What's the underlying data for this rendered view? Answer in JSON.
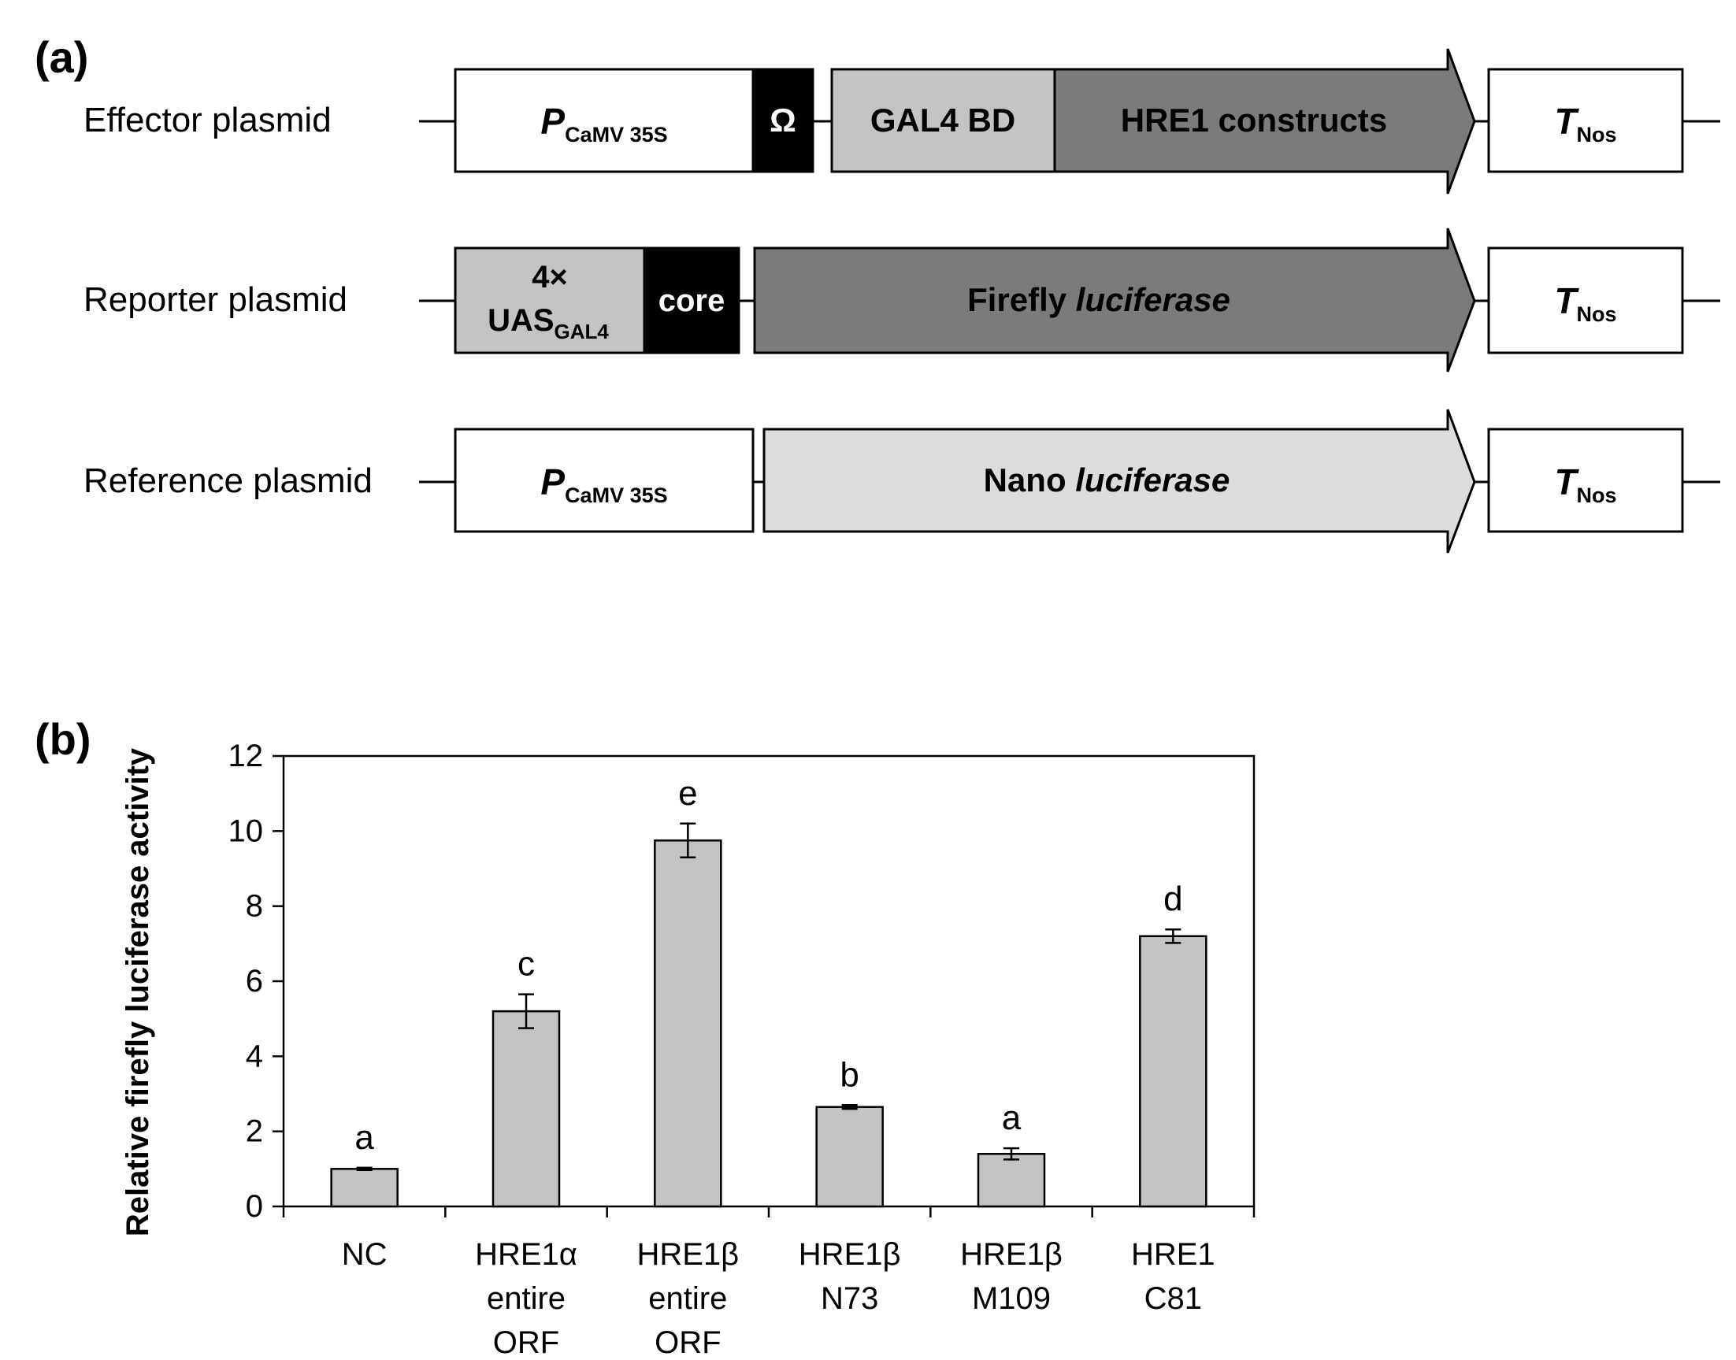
{
  "panel_a": {
    "label": "(a)",
    "rows": [
      {
        "name": "Effector plasmid",
        "promoter": {
          "main": "P",
          "sub": "CaMV 35S"
        },
        "omega": "Ω",
        "bd": "GAL4 BD",
        "gene": "HRE1 constructs",
        "terminator": {
          "main": "T",
          "sub": "Nos"
        }
      },
      {
        "name": "Reporter plasmid",
        "uas_line1": "4×",
        "uas_main": "UAS",
        "uas_sub": "GAL4",
        "core": "core",
        "gene_plain": "Firefly ",
        "gene_italic": "luciferase",
        "terminator": {
          "main": "T",
          "sub": "Nos"
        }
      },
      {
        "name": "Reference plasmid",
        "promoter": {
          "main": "P",
          "sub": "CaMV 35S"
        },
        "gene_plain": "Nano ",
        "gene_italic": "luciferase",
        "terminator": {
          "main": "T",
          "sub": "Nos"
        }
      }
    ],
    "colors": {
      "white": "#ffffff",
      "black": "#000000",
      "light_gray": "#c3c3c3",
      "dark_gray": "#7b7b7b",
      "pale_gray": "#dcdcdc"
    }
  },
  "panel_b": {
    "label": "(b)"
  },
  "chart_data": {
    "type": "bar",
    "ylabel": "Relative firefly luciferase activity",
    "xlabel": "",
    "ylim": [
      0,
      12
    ],
    "yticks": [
      "0",
      "2",
      "4",
      "6",
      "8",
      "10",
      "12"
    ],
    "categories": [
      [
        "NC"
      ],
      [
        "HRE1α",
        "entire",
        "ORF"
      ],
      [
        "HRE1β",
        "entire",
        "ORF"
      ],
      [
        "HRE1β",
        "N73"
      ],
      [
        "HRE1β",
        "M109"
      ],
      [
        "HRE1",
        "C81"
      ]
    ],
    "values": [
      1.0,
      5.2,
      9.75,
      2.65,
      1.4,
      7.2
    ],
    "errors": [
      0.03,
      0.45,
      0.45,
      0.05,
      0.15,
      0.18
    ],
    "significance": [
      "a",
      "c",
      "e",
      "b",
      "a",
      "d"
    ],
    "bar_color": "#c3c3c3",
    "grid": false,
    "legend": "none"
  }
}
